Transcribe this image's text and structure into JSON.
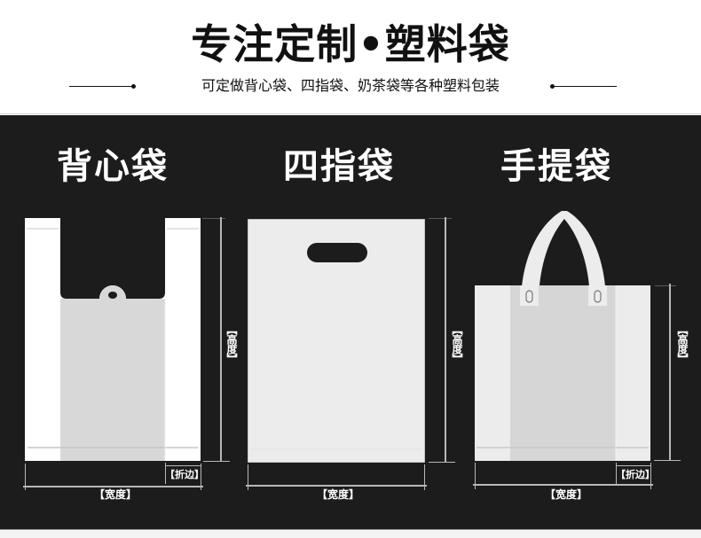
{
  "header": {
    "title": "专注定制•塑料袋",
    "subtitle": "可定做背心袋、四指袋、奶茶袋等各种塑料包装"
  },
  "colors": {
    "background_dark": "#1c1c1c",
    "bag_white": "#ffffff",
    "bag_light": "#ececec",
    "bag_gray": "#d6d6d6",
    "dimension_line": "#b8b8b8",
    "text_dark": "#111111",
    "text_light": "#ffffff"
  },
  "bags": [
    {
      "name": "背心袋",
      "width_label": "【宽度】",
      "height_label": "【高度】",
      "gusset_label": "【折边】"
    },
    {
      "name": "四指袋",
      "width_label": "【宽度】",
      "height_label": "【高度】"
    },
    {
      "name": "手提袋",
      "width_label": "【宽度】",
      "height_label": "【高度】",
      "gusset_label": "【折边】"
    }
  ]
}
